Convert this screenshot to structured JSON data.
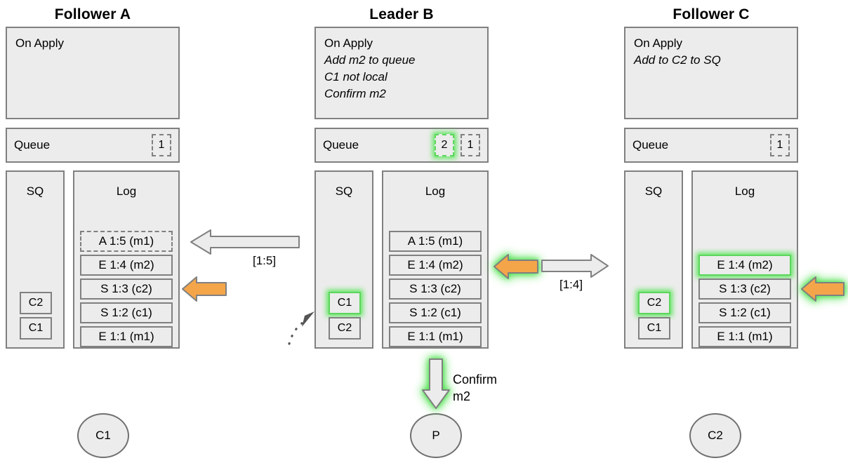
{
  "diagram": {
    "title_hidden": "Raft replication state across three nodes",
    "colors": {
      "panel_fill": "#ececec",
      "panel_stroke": "#808080",
      "highlight_green": "#5cd65c",
      "arrow_orange": "#f4a54a",
      "arrow_grey_fill": "#ececec"
    }
  },
  "columns": [
    {
      "id": "follower-a",
      "title": "Follower A",
      "on_apply": {
        "header": "On Apply",
        "lines": []
      },
      "queue": {
        "label": "Queue",
        "slots": [
          {
            "value": "1",
            "dashed": true,
            "highlight": false
          }
        ]
      },
      "sq": {
        "title": "SQ",
        "items": [
          {
            "label": "C2",
            "highlight": false
          },
          {
            "label": "C1",
            "highlight": false
          }
        ]
      },
      "log": {
        "title": "Log",
        "entries": [
          {
            "text": "A 1:5 (m1)",
            "dashed": true,
            "highlight": false
          },
          {
            "text": "E 1:4 (m2)",
            "dashed": false,
            "highlight": false
          },
          {
            "text": "S 1:3 (c2)",
            "dashed": false,
            "highlight": false
          },
          {
            "text": "S 1:2 (c1)",
            "dashed": false,
            "highlight": false
          },
          {
            "text": "E 1:1 (m1)",
            "dashed": false,
            "highlight": false
          }
        ]
      },
      "node": {
        "label": "C1"
      }
    },
    {
      "id": "leader-b",
      "title": "Leader B",
      "on_apply": {
        "header": "On Apply",
        "lines": [
          "Add m2 to queue",
          "C1 not local",
          "Confirm m2"
        ]
      },
      "queue": {
        "label": "Queue",
        "slots": [
          {
            "value": "2",
            "dashed": true,
            "highlight": true
          },
          {
            "value": "1",
            "dashed": true,
            "highlight": false
          }
        ]
      },
      "sq": {
        "title": "SQ",
        "items": [
          {
            "label": "C1",
            "highlight": true
          },
          {
            "label": "C2",
            "highlight": false
          }
        ]
      },
      "log": {
        "title": "Log",
        "entries": [
          {
            "text": "A 1:5 (m1)",
            "dashed": false,
            "highlight": false
          },
          {
            "text": "E 1:4 (m2)",
            "dashed": false,
            "highlight": false
          },
          {
            "text": "S 1:3 (c2)",
            "dashed": false,
            "highlight": false
          },
          {
            "text": "S 1:2 (c1)",
            "dashed": false,
            "highlight": false
          },
          {
            "text": "E 1:1 (m1)",
            "dashed": false,
            "highlight": false
          }
        ]
      },
      "node": {
        "label": "P"
      }
    },
    {
      "id": "follower-c",
      "title": "Follower C",
      "on_apply": {
        "header": "On Apply",
        "lines": [
          "Add to C2 to SQ"
        ]
      },
      "queue": {
        "label": "Queue",
        "slots": [
          {
            "value": "1",
            "dashed": true,
            "highlight": false
          }
        ]
      },
      "sq": {
        "title": "SQ",
        "items": [
          {
            "label": "C2",
            "highlight": true
          },
          {
            "label": "C1",
            "highlight": false
          }
        ]
      },
      "log": {
        "title": "Log",
        "entries": [
          {
            "text": "E 1:4 (m2)",
            "dashed": false,
            "highlight": true
          },
          {
            "text": "S 1:3 (c2)",
            "dashed": false,
            "highlight": false
          },
          {
            "text": "S 1:2 (c1)",
            "dashed": false,
            "highlight": false
          },
          {
            "text": "E 1:1 (m1)",
            "dashed": false,
            "highlight": false
          }
        ]
      },
      "node": {
        "label": "C2"
      }
    }
  ],
  "arrows": {
    "b_to_a_label": "[1:5]",
    "b_to_c_label": "[1:4]",
    "confirm_label_line1": "Confirm",
    "confirm_label_line2": "m2"
  }
}
